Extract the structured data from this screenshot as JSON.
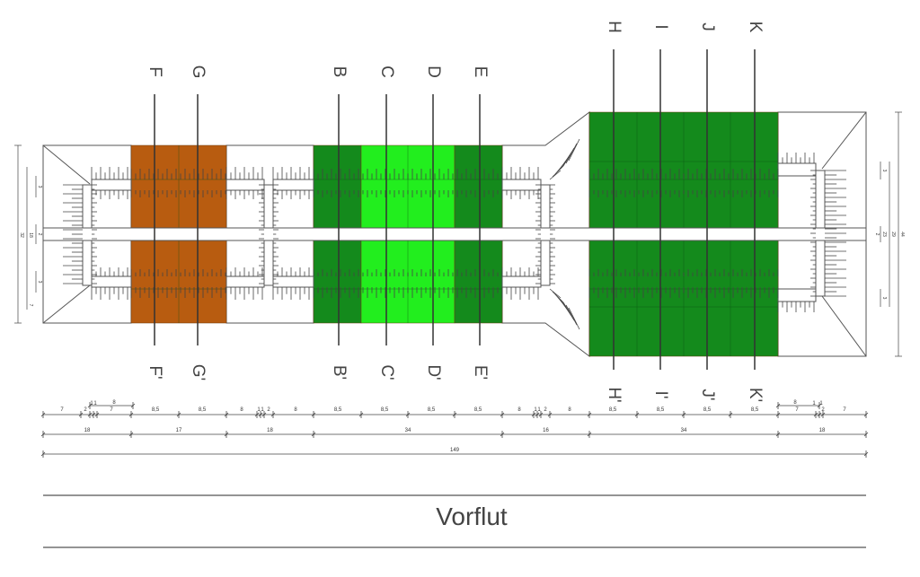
{
  "colors": {
    "brown": "#B85C10",
    "dark_green": "#148A1C",
    "light_green": "#22EE1E",
    "line": "#555555"
  },
  "section_labels_top": [
    "F",
    "G",
    "B",
    "C",
    "D",
    "E",
    "H",
    "I",
    "J",
    "K"
  ],
  "section_labels_bottom": [
    "F'",
    "G'",
    "B'",
    "C'",
    "D'",
    "E'",
    "H'",
    "I'",
    "J'",
    "K'"
  ],
  "dims_row1": [
    "7",
    "2",
    "1",
    "1",
    "8",
    "7",
    "8,5",
    "8,5",
    "8",
    "1",
    "1",
    "2",
    "8",
    "8,5",
    "8,5",
    "8,5",
    "8,5",
    "8",
    "1",
    "1",
    "2",
    "8",
    "8,5",
    "8,5",
    "8,5",
    "8,5",
    "8",
    "1",
    "1",
    "7",
    "2",
    "7"
  ],
  "dims_row2": [
    "18",
    "17",
    "18",
    "34",
    "16",
    "34",
    "18"
  ],
  "dims_row3": [
    "149"
  ],
  "left_vertical_dims": [
    "3",
    "2",
    "3",
    "7",
    "18",
    "32"
  ],
  "right_vertical_dims": [
    "3",
    "2",
    "3",
    "23",
    "29",
    "44"
  ],
  "outlet_label": "Vorflut"
}
